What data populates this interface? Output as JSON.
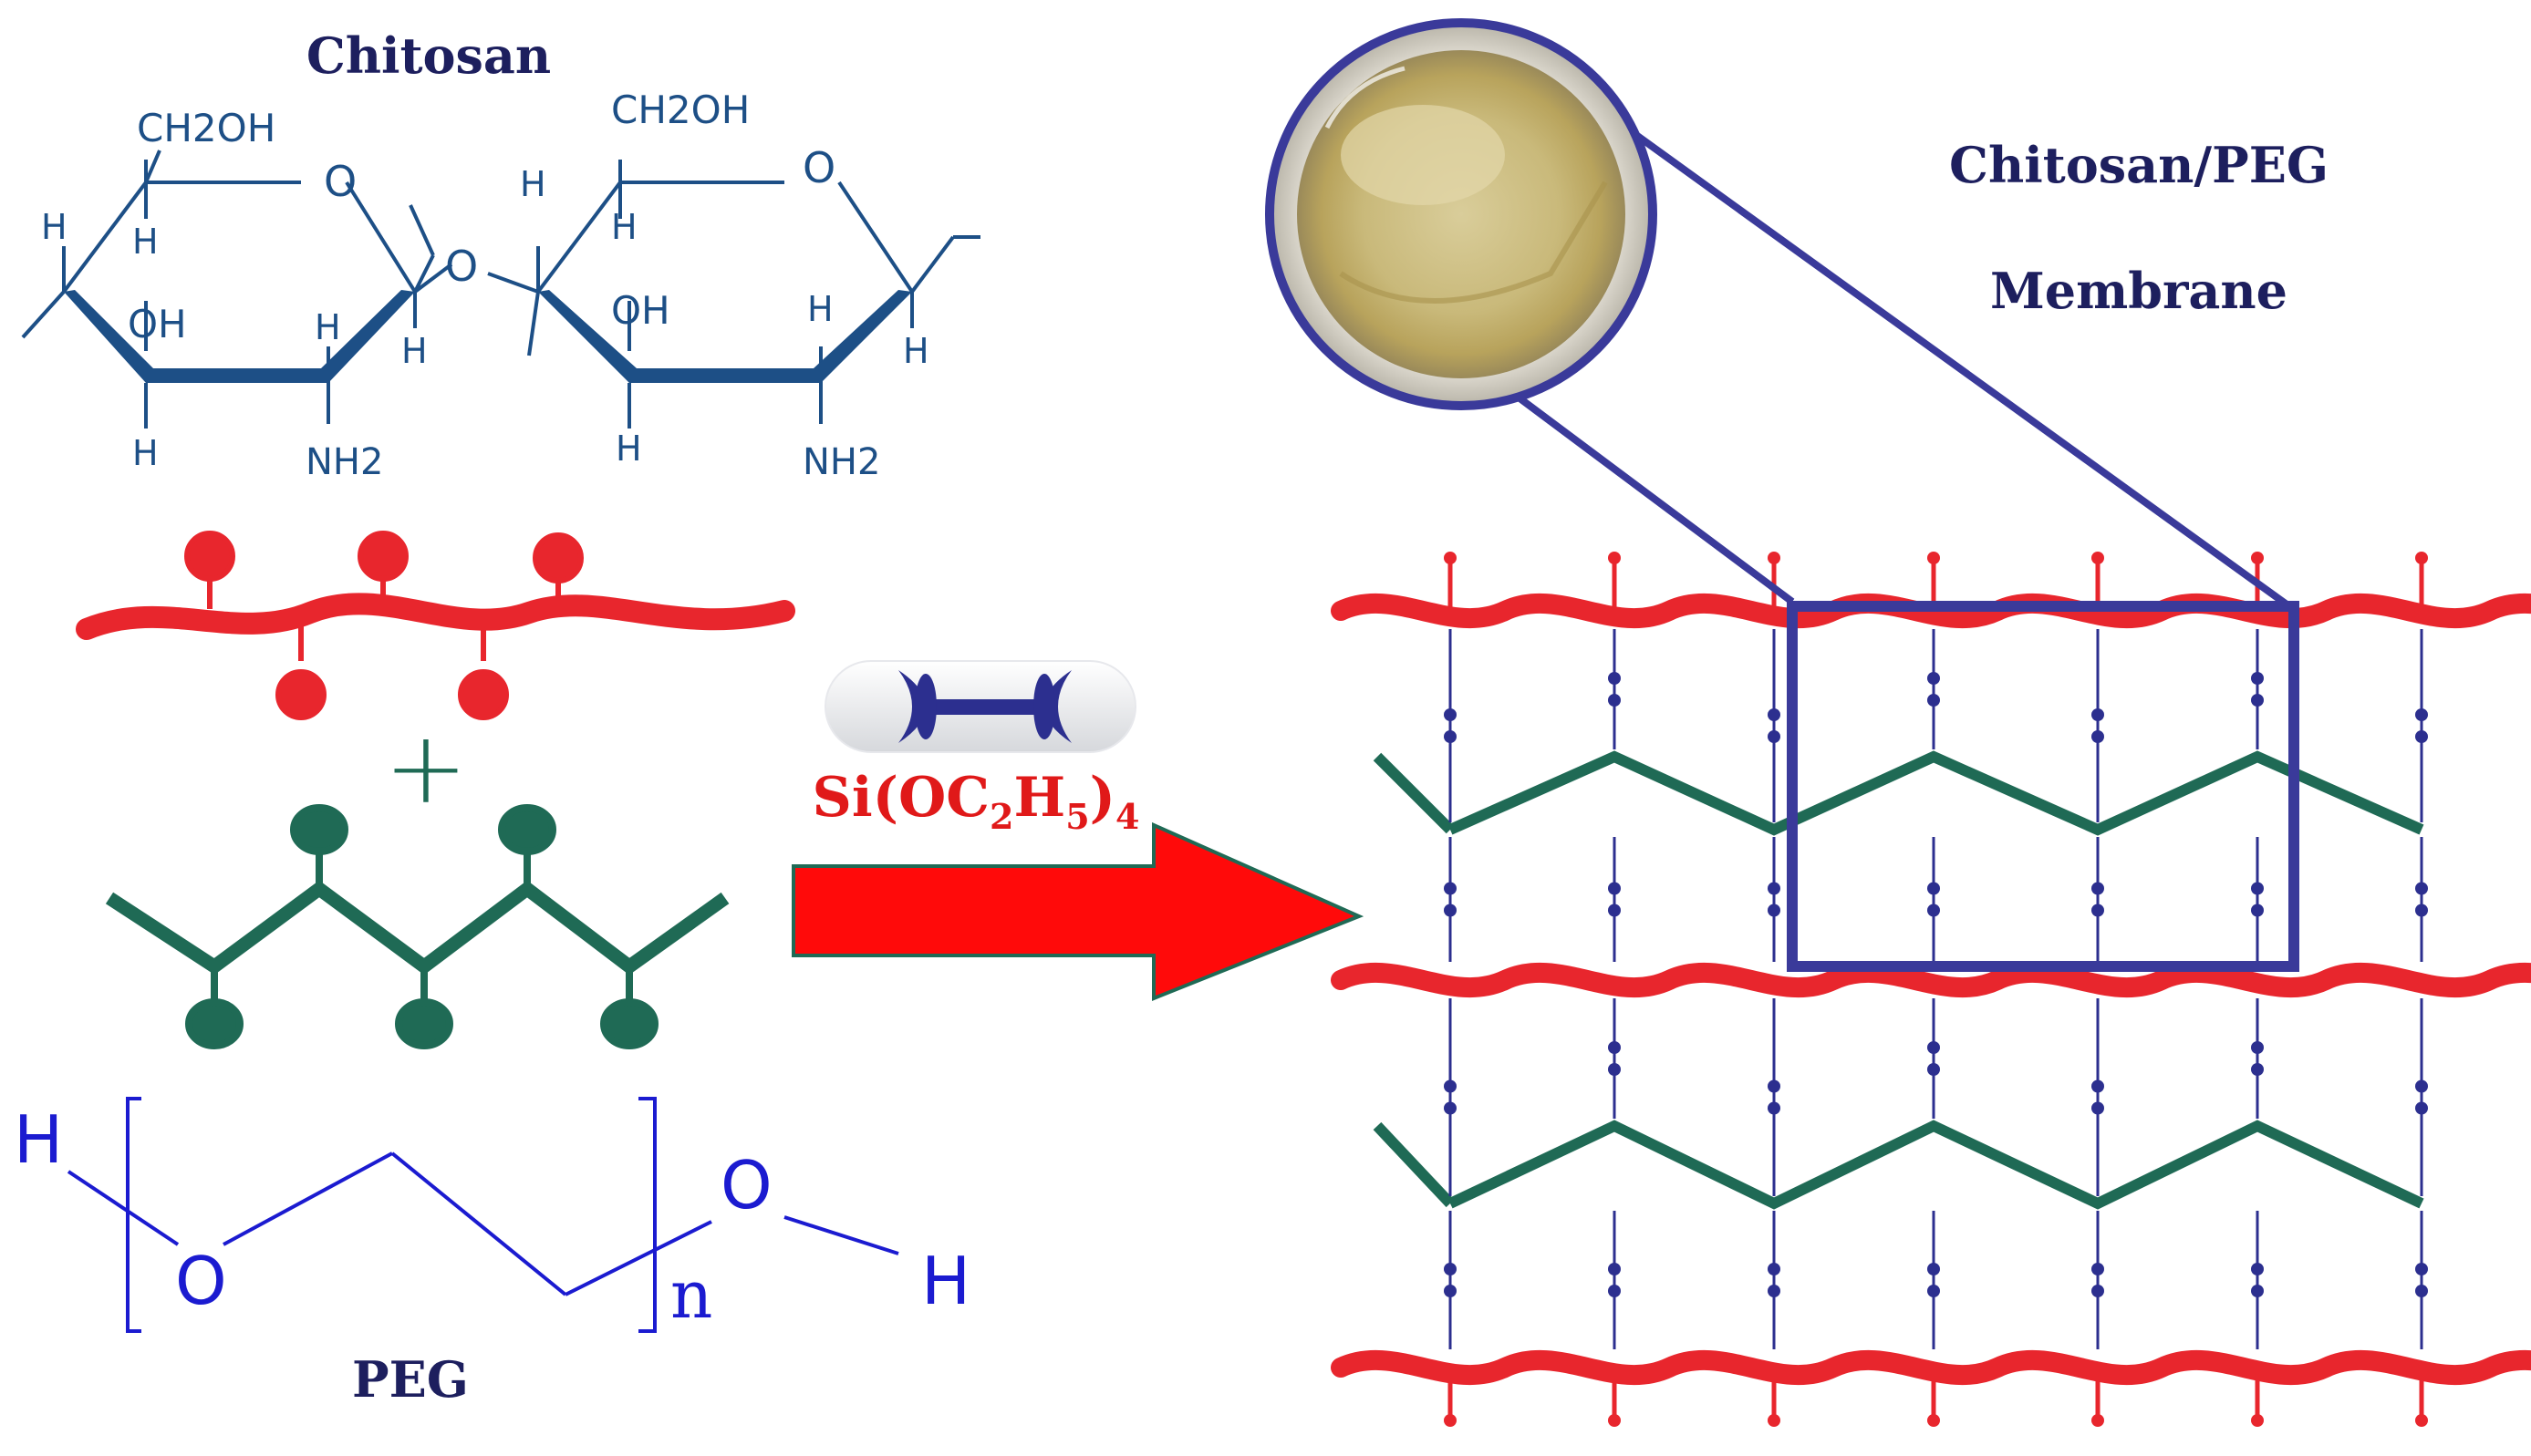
{
  "labels": {
    "chitosan_title": "Chitosan",
    "membrane_line1": "Chitosan/PEG",
    "membrane_line2": "Membrane",
    "peg_title": "PEG",
    "plus": "+",
    "reagent": {
      "prefix": "Si(OC",
      "sub1": "2",
      "mid": "H",
      "sub2": "5",
      "close": ")",
      "sub3": "4"
    }
  },
  "chitosan_structure": {
    "ring1": {
      "top_group": "CH2OH",
      "ring_oxygen": "O",
      "h_left": "H",
      "h_top": "H",
      "oh": "OH",
      "h_mid": "H",
      "h_right": "H",
      "h_bottom": "H",
      "nh2": "NH2"
    },
    "bridge_oxygen": "O",
    "ring2": {
      "top_group": "CH2OH",
      "ring_oxygen": "O",
      "h_left": "H",
      "h_top": "H",
      "oh": "OH",
      "h_mid": "H",
      "h_right": "H",
      "h_bottom": "H",
      "nh2": "NH2"
    }
  },
  "peg_structure": {
    "h_left": "H",
    "o_left": "O",
    "repeat": "n",
    "o_right": "O",
    "h_right": "H"
  },
  "colors": {
    "chitosan_chain": "#e8262d",
    "peg_chain": "#1f6a55",
    "crosslinker": "#2c2f8f",
    "arrow_fill": "#ff0a0a",
    "arrow_outline": "#1f6a55",
    "label_navy": "#1d1f5e",
    "chitosan_bonds": "#1d4f86",
    "peg_formula": "#1b1bd0",
    "zoom_frame": "#3a3a9a"
  },
  "icons": [
    "chitosan-chain-icon",
    "peg-chain-icon",
    "crosslinker-icon",
    "reaction-arrow-icon",
    "membrane-photo-icon",
    "zoom-frame-icon"
  ]
}
